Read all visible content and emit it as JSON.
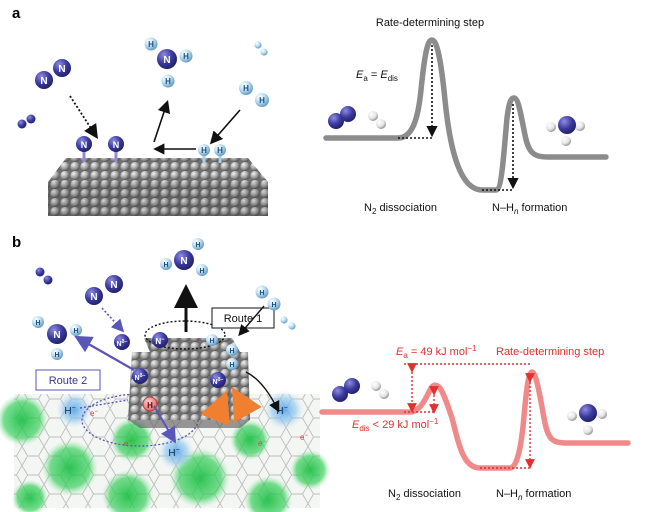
{
  "panels": {
    "a": {
      "label": "a",
      "energy_profile": {
        "title": "Rate-determining step",
        "ea_lhs": "E",
        "ea_lhs_sub": "a",
        "ea_eq": " = ",
        "ea_rhs": "E",
        "ea_rhs_sub": "dis",
        "x_label_1_prefix": "N",
        "x_label_1_sub": "2",
        "x_label_1_suffix": " dissociation",
        "x_label_2_prefix": "N–H",
        "x_label_2_sub": "n",
        "x_label_2_suffix": " formation",
        "curve_color": "#8c8c8c"
      },
      "atoms": {
        "nitrogen": "N",
        "hydrogen": "H"
      }
    },
    "b": {
      "label": "b",
      "route_1": "Route 1",
      "route_2": "Route 2",
      "energy_profile": {
        "title": "Rate-determining step",
        "ea_text_lhs": "E",
        "ea_text_sub": "a",
        "ea_text_rhs": " = 49 kJ mol",
        "ea_text_sup": "−1",
        "edis_text_lhs": "E",
        "edis_text_sub": "dis",
        "edis_text_rhs": " < 29 kJ mol",
        "edis_text_sup": "−1",
        "x_label_1_prefix": "N",
        "x_label_1_sub": "2",
        "x_label_1_suffix": " dissociation",
        "x_label_2_prefix": "N–H",
        "x_label_2_sub": "n",
        "x_label_2_suffix": " formation",
        "curve_color": "#f08a8a",
        "annotation_color": "#e0302f"
      },
      "species": {
        "hydride": "H",
        "hydride_sup": "−",
        "electron": "e",
        "electron_sup": "−",
        "n_delta": "N",
        "n_delta_sup": "δ−",
        "n_minus_sup": "−",
        "h_marker": "H"
      }
    }
  },
  "colors": {
    "nitrogen": "#3b3a9e",
    "hydrogen": "#a9cfe8",
    "surface": "#9a9a9a",
    "support_green": "#2fbf4f",
    "route_blue": "#5a56b8",
    "orange_arrow": "#f08030",
    "hydride_blue": "#79b6e6"
  }
}
